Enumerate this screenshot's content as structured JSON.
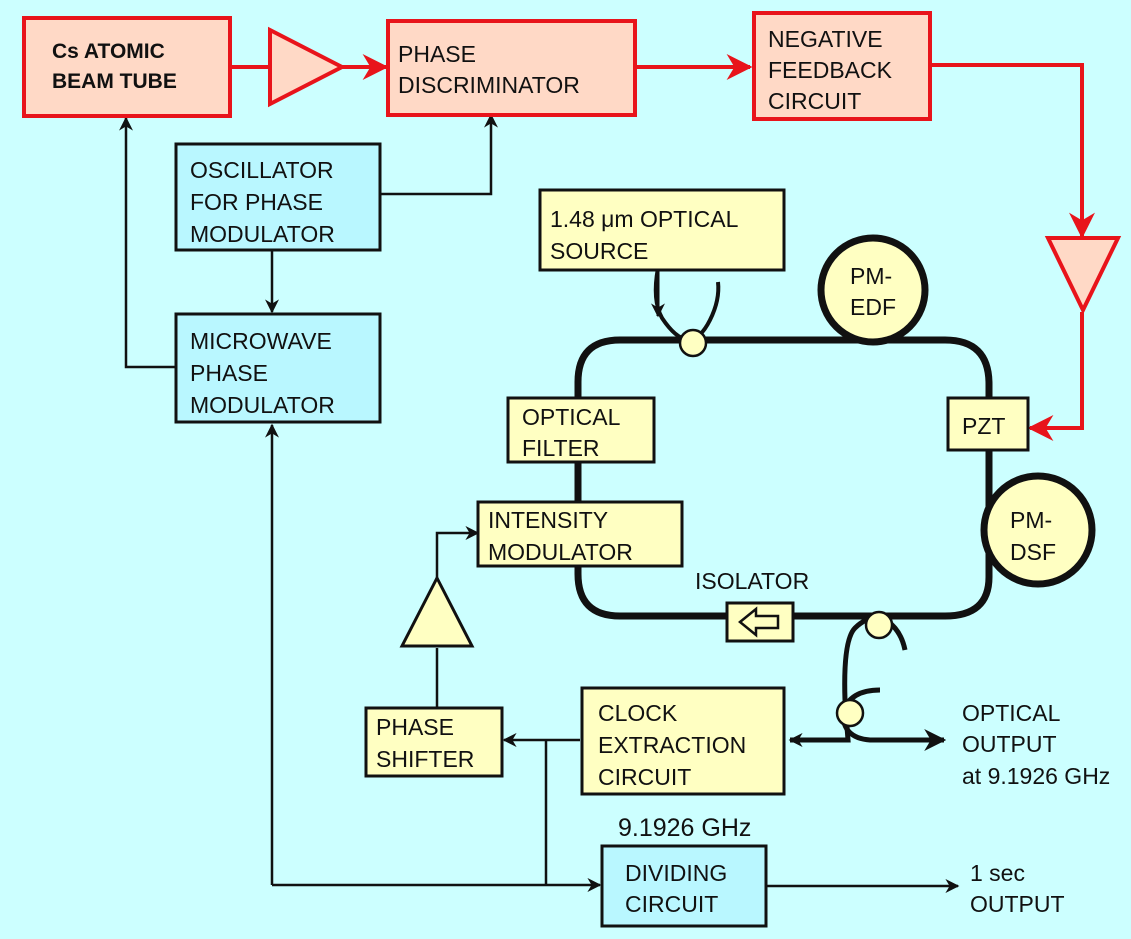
{
  "colors": {
    "background": "#ccffff",
    "control_box_fill": "#ffd9c6",
    "control_box_border": "#e8141b",
    "modulator_box_fill": "#b9f7ff",
    "component_box_fill": "#ffffc2",
    "control_line": "#e8141b",
    "signal_line": "#111111",
    "fiber": "#111111"
  },
  "blocks": {
    "cs_tube": {
      "line1": "Cs ATOMIC",
      "line2": "BEAM TUBE"
    },
    "phase_discriminator": {
      "line1": "PHASE",
      "line2": "DISCRIMINATOR"
    },
    "negative_feedback": {
      "line1": "NEGATIVE",
      "line2": "FEEDBACK",
      "line3": "CIRCUIT"
    },
    "oscillator": {
      "line1": "OSCILLATOR",
      "line2": "FOR PHASE",
      "line3": "MODULATOR"
    },
    "microwave_modulator": {
      "line1": "MICROWAVE",
      "line2": "PHASE",
      "line3": "MODULATOR"
    },
    "optical_source": {
      "line1": "1.48 μm OPTICAL",
      "line2": "SOURCE"
    },
    "optical_filter": {
      "line1": "OPTICAL",
      "line2": "FILTER"
    },
    "pzt": {
      "line1": "PZT"
    },
    "intensity_modulator": {
      "line1": "INTENSITY",
      "line2": "MODULATOR"
    },
    "phase_shifter": {
      "line1": "PHASE",
      "line2": "SHIFTER"
    },
    "clock_extraction": {
      "line1": "CLOCK",
      "line2": "EXTRACTION",
      "line3": "CIRCUIT"
    },
    "dividing_circuit": {
      "line1": "DIVIDING",
      "line2": "CIRCUIT"
    }
  },
  "fibers": {
    "pm_edf": {
      "line1": "PM-",
      "line2": "EDF"
    },
    "pm_dsf": {
      "line1": "PM-",
      "line2": "DSF"
    }
  },
  "labels": {
    "isolator": "ISOLATOR",
    "frequency": "9.1926 GHz",
    "optical_output": {
      "line1": "OPTICAL",
      "line2": "OUTPUT",
      "line3": "at 9.1926 GHz"
    },
    "sec_output": {
      "line1": "1 sec",
      "line2": "OUTPUT"
    }
  }
}
